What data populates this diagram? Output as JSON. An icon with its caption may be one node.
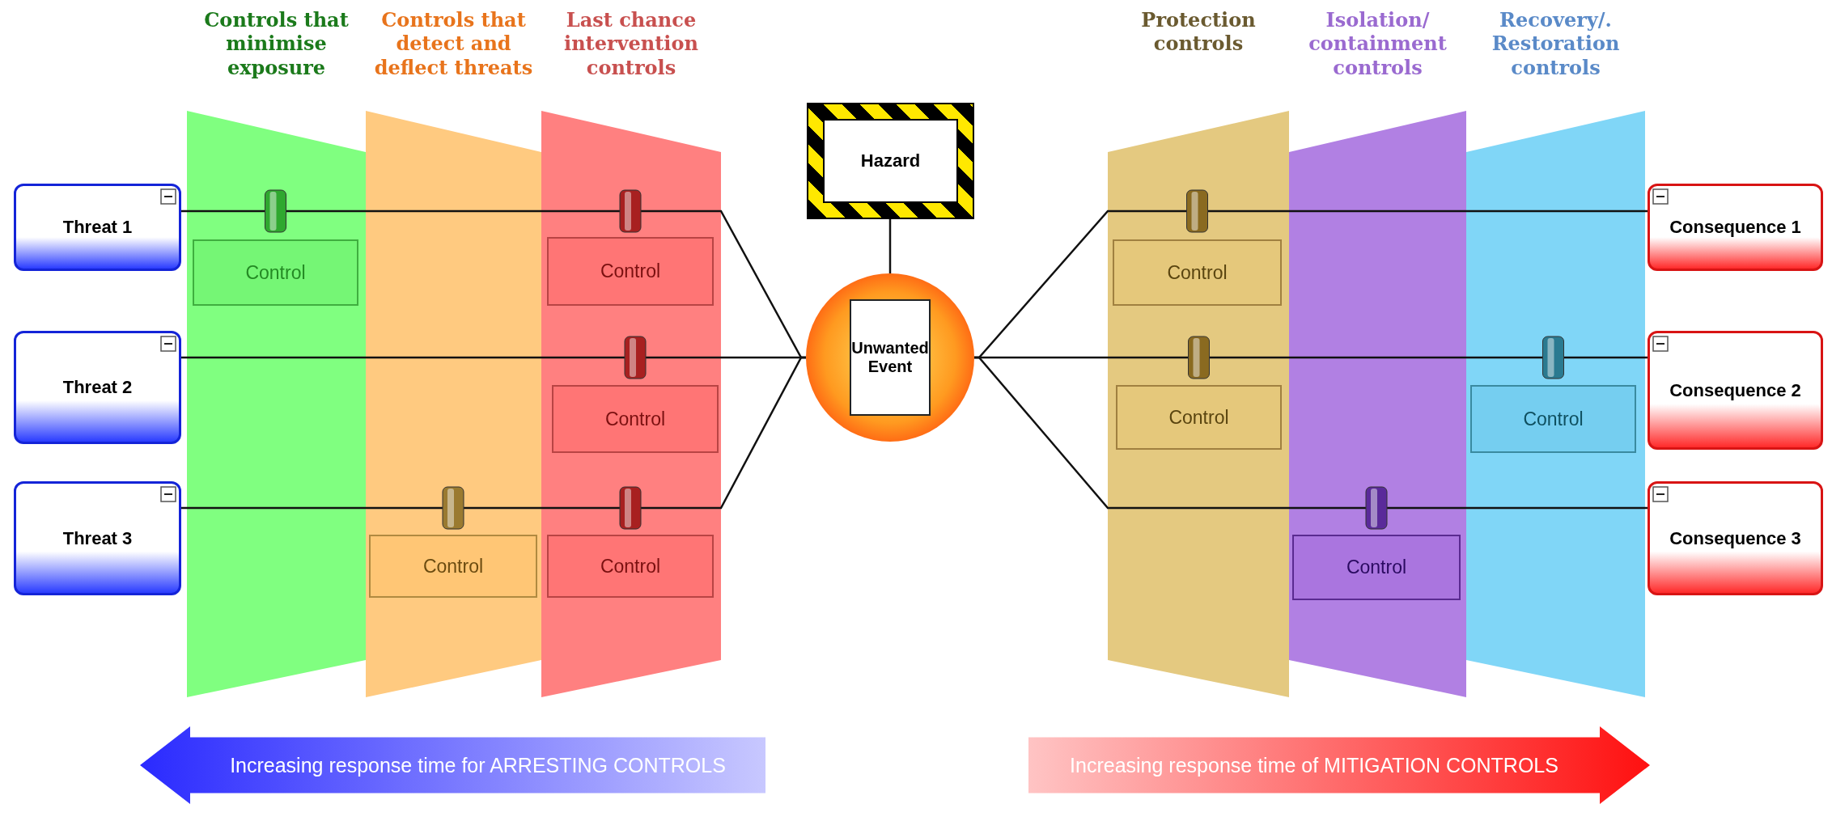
{
  "diagram": {
    "nodes": [
      {
        "text": [
          "Threat 1"
        ]
      },
      {
        "text": [
          "Threat 2"
        ]
      },
      {
        "text": [
          "Threat 3"
        ]
      },
      {
        "text": [
          "Controls that minimise exposure"
        ]
      },
      {
        "text": [
          "Controls that detect and deflect threats"
        ]
      },
      {
        "text": [
          "Last chance intervention controls"
        ]
      },
      {
        "text": [
          "Control"
        ],
        "in": 3
      },
      {
        "text": [
          "Control"
        ],
        "in": 5
      },
      {
        "text": [
          "Control"
        ],
        "in": 5
      },
      {
        "text": [
          "Control"
        ],
        "in": 4
      },
      {
        "text": [
          "Control"
        ],
        "in": 5
      },
      {
        "text": [
          "Hazard"
        ]
      },
      {
        "text": [
          "Unwanted Event"
        ]
      },
      {
        "text": [
          "Protection controls"
        ]
      },
      {
        "text": [
          "Isolation/ containment controls"
        ]
      },
      {
        "text": [
          "Recovery/. Restoration controls"
        ]
      },
      {
        "text": [
          "Control"
        ],
        "in": 13
      },
      {
        "text": [
          "Control"
        ],
        "in": 13
      },
      {
        "text": [
          "Control"
        ],
        "in": 15
      },
      {
        "text": [
          "Control"
        ],
        "in": 14
      },
      {
        "text": [
          "Consequence 1"
        ]
      },
      {
        "text": [
          "Consequence 2"
        ]
      },
      {
        "text": [
          "Consequence 3"
        ]
      }
    ],
    "edges": [
      {
        "from": 0,
        "to": 12,
        "arrow": "none"
      },
      {
        "from": 1,
        "to": 12,
        "arrow": "none"
      },
      {
        "from": 2,
        "to": 12,
        "arrow": "none"
      },
      {
        "from": 11,
        "to": 12,
        "arrow": "none"
      },
      {
        "from": 12,
        "to": 20,
        "arrow": "none"
      },
      {
        "from": 12,
        "to": 21,
        "arrow": "none"
      },
      {
        "from": 12,
        "to": 22,
        "arrow": "none"
      }
    ],
    "labels": [
      "Increasing response time for ARRESTING CONTROLS",
      "Increasing response time of MITIGATION CONTROLS"
    ]
  }
}
